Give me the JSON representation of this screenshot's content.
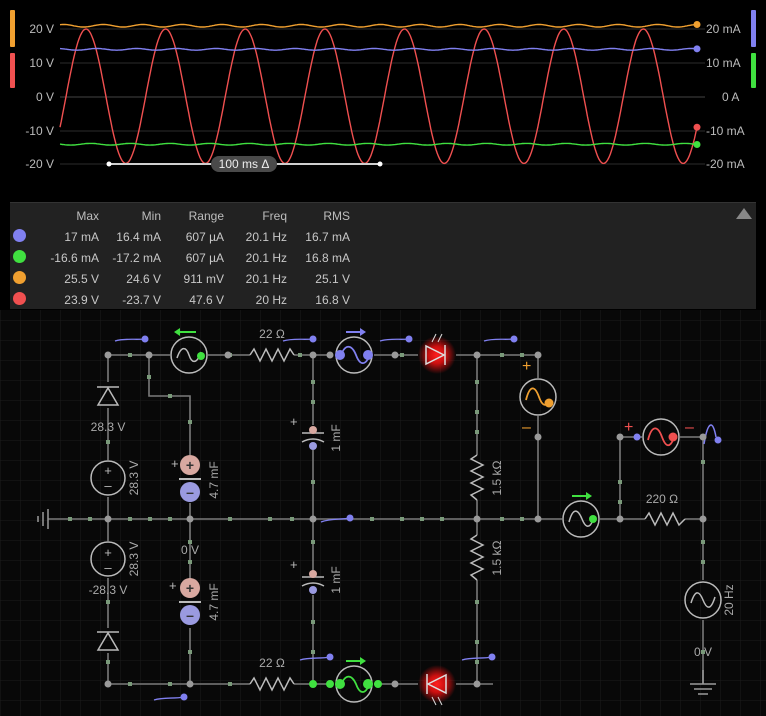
{
  "scope": {
    "left_axis": [
      "20 V",
      "10 V",
      "0 V",
      "-10 V",
      "-20 V"
    ],
    "right_axis": [
      "20 mA",
      "10 mA",
      "0 A",
      "-10 mA",
      "-20 mA"
    ],
    "time_label": "100 ms Δ",
    "colors": {
      "blue": "#8080f0",
      "green": "#40e040",
      "orange": "#f0a030",
      "red": "#f05050"
    }
  },
  "chart_data": {
    "type": "line",
    "title": "",
    "xlabel": "",
    "ylabel": "",
    "left_ylim": [
      -23.9,
      23.9
    ],
    "right_ylim": [
      -23.9,
      23.9
    ],
    "x_span_ms": 400,
    "series": [
      {
        "color": "#f05050",
        "axis": "left",
        "unit": "V",
        "max": 23.9,
        "min": -23.7,
        "freq_hz": 20
      },
      {
        "color": "#f0a030",
        "axis": "left",
        "unit": "V",
        "max": 25.5,
        "min": 24.6,
        "freq_hz": 20.1
      },
      {
        "color": "#8080f0",
        "axis": "right",
        "unit": "mA",
        "max": 17,
        "min": 16.4,
        "freq_hz": 20.1
      },
      {
        "color": "#40e040",
        "axis": "right",
        "unit": "mA",
        "max": -16.6,
        "min": -17.2,
        "freq_hz": 20.1
      }
    ]
  },
  "stats": {
    "headers": [
      "Max",
      "Min",
      "Range",
      "Freq",
      "RMS"
    ],
    "rows": [
      {
        "color": "#8080f0",
        "cells": [
          "17 mA",
          "16.4 mA",
          "607 µA",
          "20.1 Hz",
          "16.7 mA"
        ]
      },
      {
        "color": "#40e040",
        "cells": [
          "-16.6 mA",
          "-17.2 mA",
          "607 µA",
          "20.1 Hz",
          "16.8 mA"
        ]
      },
      {
        "color": "#f0a030",
        "cells": [
          "25.5 V",
          "24.6 V",
          "911 mV",
          "20.1 Hz",
          "25.1 V"
        ]
      },
      {
        "color": "#f05050",
        "cells": [
          "23.9 V",
          "-23.7 V",
          "47.6 V",
          "20 Hz",
          "16.8 V"
        ]
      }
    ]
  },
  "circuit": {
    "r_top": "22 Ω",
    "r_bottom": "22 Ω",
    "r_mid1": "1.5 kΩ",
    "r_mid2": "1.5 kΩ",
    "r_right": "220 Ω",
    "cap_big1": "4.7 mF",
    "cap_big2": "4.7 mF",
    "cap_small1": "1 mF",
    "cap_small2": "1 mF",
    "v_diode_top": "28.3 V",
    "v_src_top": "28.3 V",
    "v_src_bottom": "28.3 V",
    "v_diode_bottom": "-28.3 V",
    "v_mid": "0 V",
    "v_ac": "0 V",
    "freq": "20 Hz"
  }
}
